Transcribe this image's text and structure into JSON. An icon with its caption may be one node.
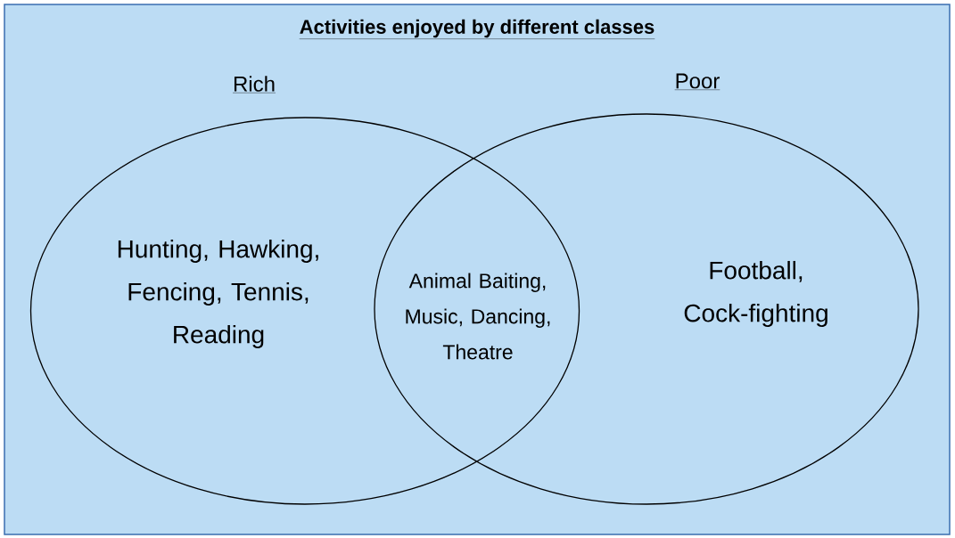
{
  "diagram": {
    "title": "Activities enjoyed by different classes",
    "nodes": [
      {
        "text": [
          "Rich",
          "Hunting, Hawking, Fencing, Tennis, Reading"
        ]
      },
      {
        "text": [
          "Poor",
          "Football, Cock-fighting"
        ]
      }
    ],
    "labels": [
      "Animal Baiting, Music, Dancing, Theatre"
    ]
  }
}
